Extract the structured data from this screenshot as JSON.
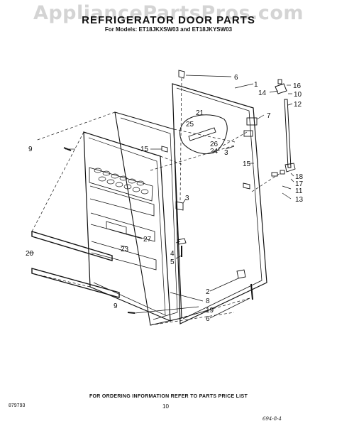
{
  "watermark": "AppliancePartsPros.com",
  "title": "REFRIGERATOR DOOR PARTS",
  "subtitle": "For Models: ET18JKXSW03 and ET18JKYSW03",
  "footer": "FOR ORDERING INFORMATION REFER TO PARTS PRICE LIST",
  "catalog_code": "879793",
  "page_number": "10",
  "handwritten_note": "694-8-4",
  "callouts": {
    "c6a": "6",
    "c1": "1",
    "c16": "16",
    "c14": "14",
    "c10": "10",
    "c12": "12",
    "c7": "7",
    "c21": "21",
    "c25": "25",
    "c26": "26",
    "c24": "24",
    "c3a": "3",
    "c15a": "15",
    "c9a": "9",
    "c15b": "15",
    "c18": "18",
    "c17": "17",
    "c11": "11",
    "c13": "13",
    "c3b": "3",
    "c27": "27",
    "c23": "23",
    "c20": "20",
    "c4": "4",
    "c5": "5",
    "c2": "2",
    "c8": "8",
    "c9b": "9",
    "c19": "19",
    "c6b": "6"
  }
}
